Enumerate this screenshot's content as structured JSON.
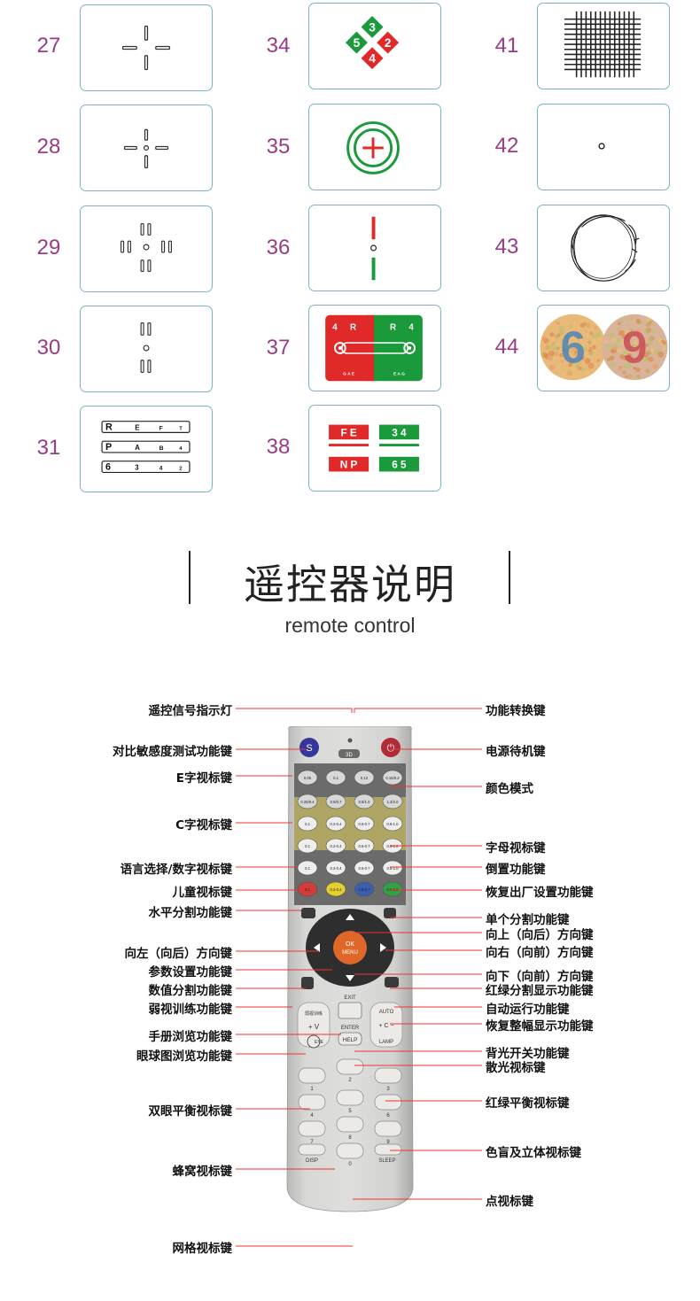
{
  "charts_section": {
    "column1": [
      {
        "num": "27",
        "icon": "cross-lines-chart-icon"
      },
      {
        "num": "28",
        "icon": "cross-dot-chart-icon"
      },
      {
        "num": "29",
        "icon": "double-bar-cross-chart-icon"
      },
      {
        "num": "30",
        "icon": "vertical-double-bar-chart-icon"
      },
      {
        "num": "31",
        "icon": "letter-rows-chart-icon"
      }
    ],
    "column2": [
      {
        "num": "34",
        "icon": "worth-four-dot-diamond-icon"
      },
      {
        "num": "35",
        "icon": "red-green-circle-cross-icon"
      },
      {
        "num": "36",
        "icon": "red-green-vertical-line-icon"
      },
      {
        "num": "37",
        "icon": "red-green-rings-chart-icon"
      },
      {
        "num": "38",
        "icon": "red-green-letter-boxes-icon"
      }
    ],
    "column3": [
      {
        "num": "41",
        "icon": "grid-lines-chart-icon"
      },
      {
        "num": "42",
        "icon": "single-dot-chart-icon"
      },
      {
        "num": "43",
        "icon": "fundus-sketch-icon"
      },
      {
        "num": "44",
        "icon": "color-blind-plates-icon"
      }
    ],
    "c31_rows": [
      [
        "R",
        "E",
        "F",
        "T"
      ],
      [
        "P",
        "A",
        "B",
        "4"
      ],
      [
        "6",
        "3",
        "4",
        "2"
      ]
    ],
    "c34_digits": [
      "3",
      "5",
      "2",
      "4"
    ],
    "c37_top": [
      "4",
      "R",
      "R",
      "4"
    ],
    "c37_bottom_left": "G A E",
    "c37_bottom_right": "E A G",
    "c38_boxes": [
      "F E",
      "3 4",
      "N P",
      "6 5"
    ],
    "c44_digits": [
      "6",
      "9"
    ]
  },
  "heading": {
    "zh": "遥控器说明",
    "en": "remote control"
  },
  "remote": {
    "top_buttons": {
      "s": "S",
      "power": "⏻",
      "center": "3D"
    },
    "rows": [
      [
        "0.05",
        "0.1",
        "0.12",
        "0.15/0.2"
      ],
      [
        "0.25/0.4",
        "0.5/0.7",
        "0.8/1.0",
        "1.2/2.0"
      ],
      [
        "0.1",
        "0.2-0.4",
        "0.5-0.7",
        "0.8-1.0\n1.2-2.0"
      ],
      [
        "0.1",
        "0.2-0.4",
        "0.5-0.7",
        "0.8-1.0"
      ],
      [
        "0.1",
        "0.2-0.4",
        "0.5-0.7",
        "0.8-1.0"
      ],
      [
        "0.1",
        "0.2-0.4",
        "0.5-0.7",
        "0.8-1.0"
      ]
    ],
    "ok": "OK\nMENU",
    "exit": "EXIT",
    "enter": "ENTER",
    "help": "HELP",
    "auto": "AUTO",
    "lamp": "LAMP",
    "eye": "EYE",
    "v_sign": "+ V",
    "c_sign": "+ C −",
    "numpad": [
      "1",
      "2",
      "3",
      "4",
      "5",
      "6",
      "7",
      "8",
      "9",
      "0"
    ],
    "disp": "DISP",
    "sleep": "SLEEP",
    "training": "弱视训练"
  },
  "left_labels": [
    "遥控信号指示灯",
    "对比敏感度测试功能键",
    "E字视标键",
    "C字视标键",
    "语言选择/数字视标键",
    "儿童视标键",
    "水平分割功能键",
    "向左（向后）方向键",
    "参数设置功能键",
    "数值分割功能键",
    "弱视训练功能键",
    "手册浏览功能键",
    "眼球图浏览功能键",
    "双眼平衡视标键",
    "蜂窝视标键",
    "网格视标键"
  ],
  "right_labels": [
    "功能转换键",
    "电源待机键",
    "颜色模式",
    "字母视标键",
    "倒置功能键",
    "恢复出厂设置功能键",
    "单个分割功能键",
    "向上（向后）方向键",
    "向右（向前）方向键",
    "向下（向前）方向键",
    "红绿分割显示功能键",
    "自动运行功能键",
    "恢复整幅显示功能键",
    "背光开关功能键",
    "散光视标键",
    "红绿平衡视标键",
    "色盲及立体视标键",
    "点视标键"
  ],
  "colors": {
    "number": "#9a3b86",
    "card_border": "#7ab5c6",
    "red": "#e02a2a",
    "green": "#1b9a3c"
  }
}
